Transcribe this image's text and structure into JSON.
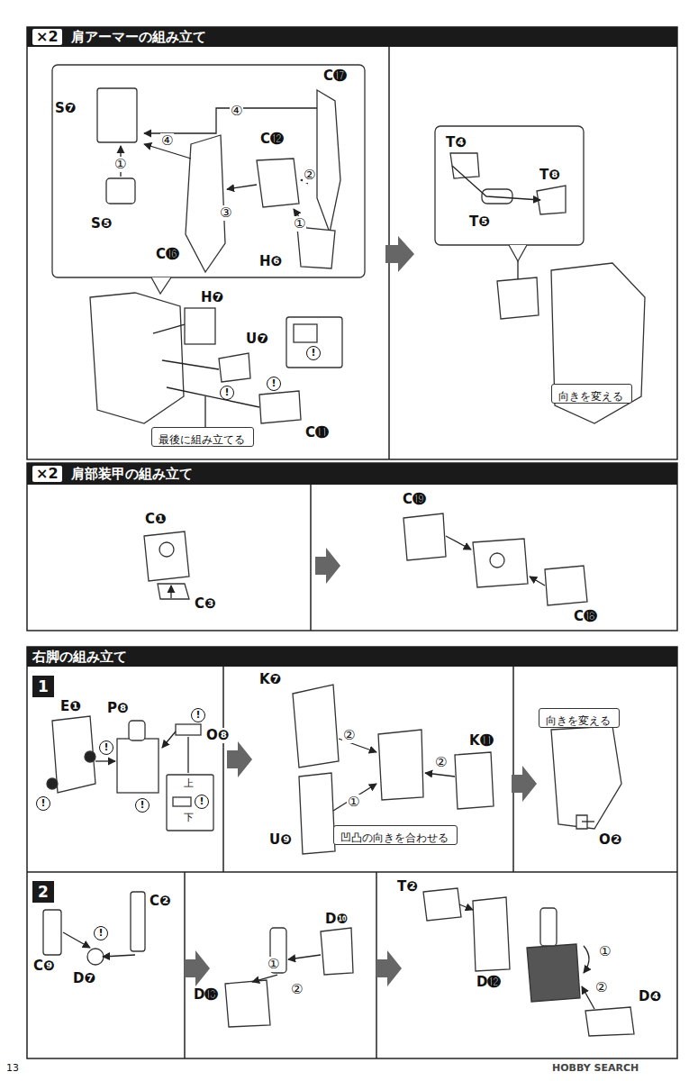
{
  "diagram": {
    "nodes": [
      {
        "text": [
          "×2",
          "肩アーマーの組み立て"
        ]
      },
      {
        "text": [
          "最後に組み立てる"
        ]
      },
      {
        "text": [
          "向きを変える"
        ]
      },
      {
        "text": [
          "×2",
          "肩部装甲の組み立て"
        ]
      },
      {
        "text": [
          "右脚の組み立て"
        ]
      },
      {
        "text": [
          "1"
        ]
      },
      {
        "text": [
          "凹凸の向きを合わせる"
        ]
      },
      {
        "text": [
          "向きを変える"
        ]
      },
      {
        "text": [
          "2"
        ]
      }
    ],
    "labels": [
      "S❼",
      "④",
      "C⓱",
      "④",
      "①",
      "C⓬",
      "②",
      "S❺",
      "③",
      "C⓰",
      "①",
      "H❻",
      "H❼",
      "!",
      "U❼",
      "!",
      "!",
      "C⓫",
      "T❹",
      "T❽",
      "T❺",
      "C❶",
      "C❸",
      "C⓳",
      "C⓲",
      "E❶",
      "P❽",
      "!",
      "O❽",
      "上",
      "!",
      "下",
      "!",
      "!",
      "!",
      "K❼",
      "②",
      "①",
      "②",
      "K⓫",
      "U❾",
      "O❷",
      "C❾",
      "C❷",
      "!",
      "D❼",
      "D⓭",
      "①",
      "②",
      "D❿",
      "T❷",
      "D⓬",
      "①",
      "②",
      "D❹",
      "13",
      "HOBBY SEARCH"
    ]
  }
}
